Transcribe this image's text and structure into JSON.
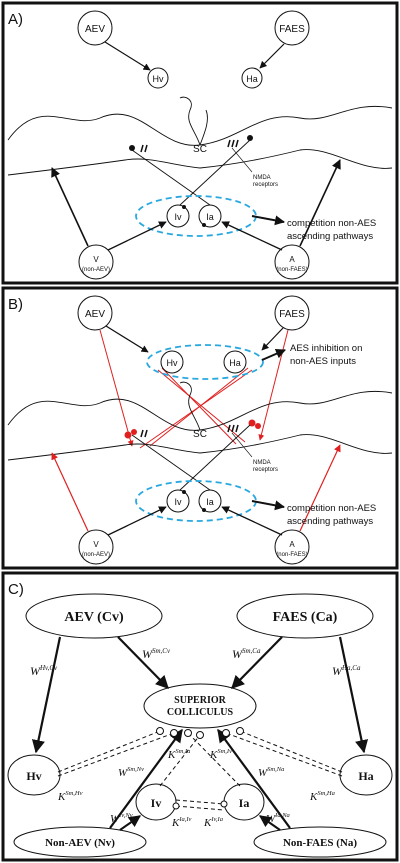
{
  "panelA": {
    "letter": "A)",
    "aev": "AEV",
    "faes": "FAES",
    "hv": "Hv",
    "ha": "Ha",
    "sc": "SC",
    "nmda_line1": "NMDA",
    "nmda_line2": "receptors",
    "iv": "Iv",
    "ia": "Ia",
    "v_top": "V",
    "v_bottom": "(non-AEV)",
    "a_top": "A",
    "a_bottom": "(non-FAES)",
    "competition_line1": "competition non-AES",
    "competition_line2": "ascending pathways"
  },
  "panelB": {
    "letter": "B)",
    "aev": "AEV",
    "faes": "FAES",
    "hv": "Hv",
    "ha": "Ha",
    "aes_inhib_line1": "AES inhibition on",
    "aes_inhib_line2": "non-AES inputs",
    "sc": "SC",
    "nmda_line1": "NMDA",
    "nmda_line2": "receptors",
    "iv": "Iv",
    "ia": "Ia",
    "v_top": "V",
    "v_bottom": "(non-AEV)",
    "a_top": "A",
    "a_bottom": "(non-FAES)",
    "competition_line1": "competition non-AES",
    "competition_line2": "ascending pathways"
  },
  "panelC": {
    "letter": "C)",
    "aev": "AEV (Cv)",
    "faes": "FAES (Ca)",
    "sc_line1": "SUPERIOR",
    "sc_line2": "COLLICULUS",
    "hv": "Hv",
    "ha": "Ha",
    "iv": "Iv",
    "ia": "Ia",
    "nonaev": "Non-AEV (Nv)",
    "nonfaes": "Non-FAES (Na)",
    "w_hv_cv": "W",
    "w_hv_cv_sup": "Hv,Cv",
    "w_sm_cv": "W",
    "w_sm_cv_sup": "Sm,Cv",
    "w_sm_ca": "W",
    "w_sm_ca_sup": "Sm,Ca",
    "w_ha_ca": "W",
    "w_ha_ca_sup": "Ha,Ca",
    "k_sm_hv": "K",
    "k_sm_hv_sup": "Sm,Hv",
    "k_sm_ia": "K",
    "k_sm_ia_sup": "Sm,Ia",
    "k_sm_iv": "K",
    "k_sm_iv_sup": "Sm,Iv",
    "k_sm_ha": "K",
    "k_sm_ha_sup": "Sm,Ha",
    "w_sm_nv": "W",
    "w_sm_nv_sup": "Sm,Nv",
    "w_sm_na": "W",
    "w_sm_na_sup": "Sm,Na",
    "w_iv_nv": "W",
    "w_iv_nv_sup": "Iv,Nv",
    "w_ia_na": "W",
    "w_ia_na_sup": "Ia,Na",
    "k_ia_iv": "K",
    "k_ia_iv_sup": "Ia,Iv",
    "k_iv_ia": "K",
    "k_iv_ia_sup": "Iv,Ia"
  }
}
